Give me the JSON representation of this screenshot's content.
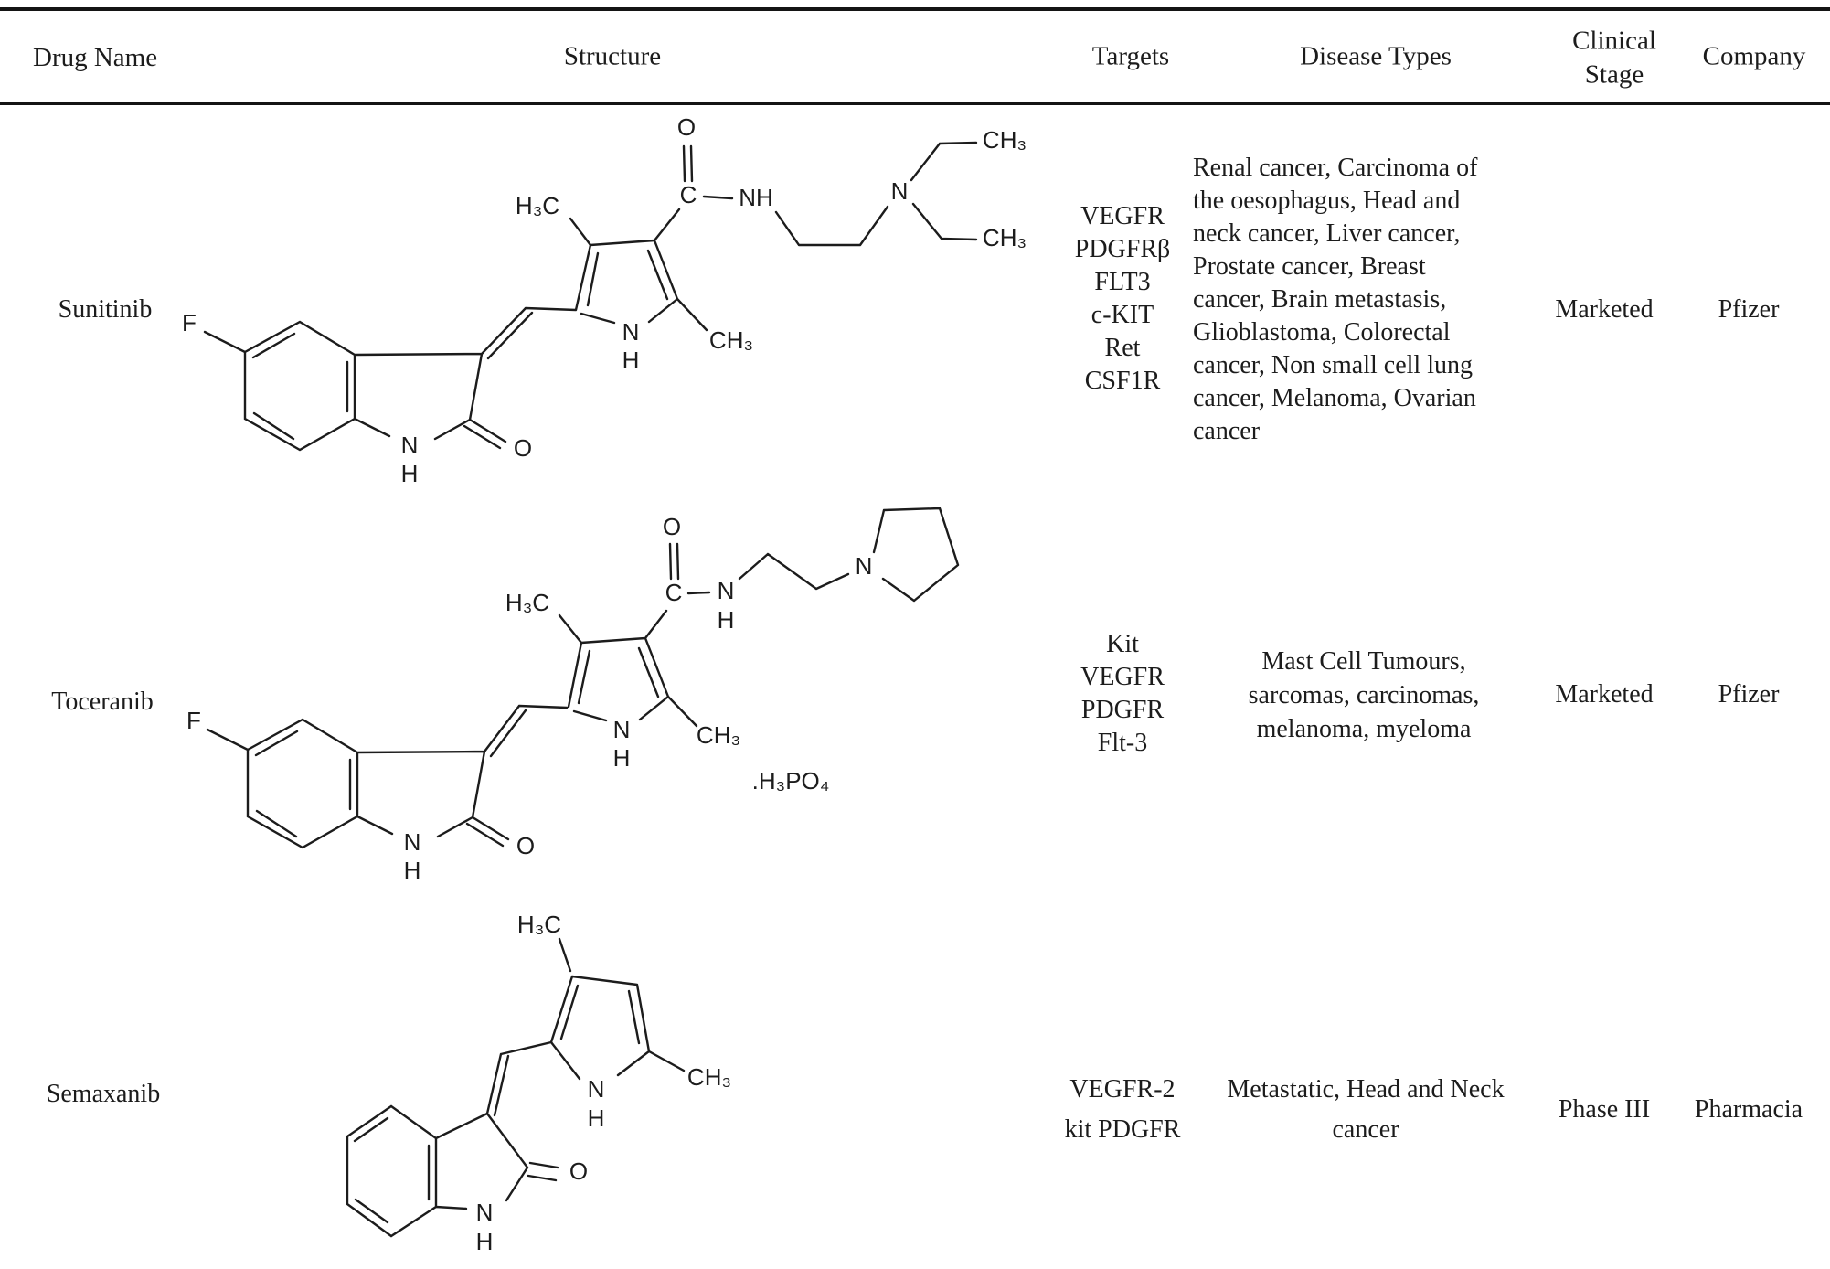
{
  "header": {
    "col_drug": "Drug Name",
    "col_structure": "Structure",
    "col_targets": "Targets",
    "col_disease": "Disease Types",
    "col_clinical_line1": "Clinical",
    "col_clinical_line2": "Stage",
    "col_company": "Company"
  },
  "atoms": {
    "f": "F",
    "o": "O",
    "n": "N",
    "h": "H",
    "c": "C",
    "nh": "NH",
    "ch3": "CH₃",
    "h3c": "H₃C",
    "h3po4": ".H₃PO₄"
  },
  "rows": [
    {
      "name": "Sunitinib",
      "targets": [
        "VEGFR",
        "PDGFRβ",
        "FLT3",
        "c-KIT",
        "Ret",
        "CSF1R"
      ],
      "disease_lines": [
        "Renal cancer, Carcinoma of",
        "the oesophagus, Head and",
        "neck cancer, Liver cancer,",
        "Prostate cancer, Breast",
        "cancer, Brain metastasis,",
        "Glioblastoma, Colorectal",
        "cancer, Non small cell lung",
        "cancer, Melanoma, Ovarian",
        "cancer"
      ],
      "clinical": "Marketed",
      "company": "Pfizer"
    },
    {
      "name": "Toceranib",
      "targets": [
        "Kit",
        "VEGFR",
        "PDGFR",
        "Flt-3"
      ],
      "disease_lines": [
        "Mast Cell Tumours,",
        "sarcomas, carcinomas,",
        "melanoma, myeloma"
      ],
      "clinical": "Marketed",
      "company": "Pfizer"
    },
    {
      "name": "Semaxanib",
      "targets": [
        "VEGFR-2",
        "kit PDGFR"
      ],
      "disease_lines": [
        "Metastatic, Head and Neck",
        "cancer"
      ],
      "clinical": "Phase III",
      "company": "Pharmacia"
    }
  ]
}
